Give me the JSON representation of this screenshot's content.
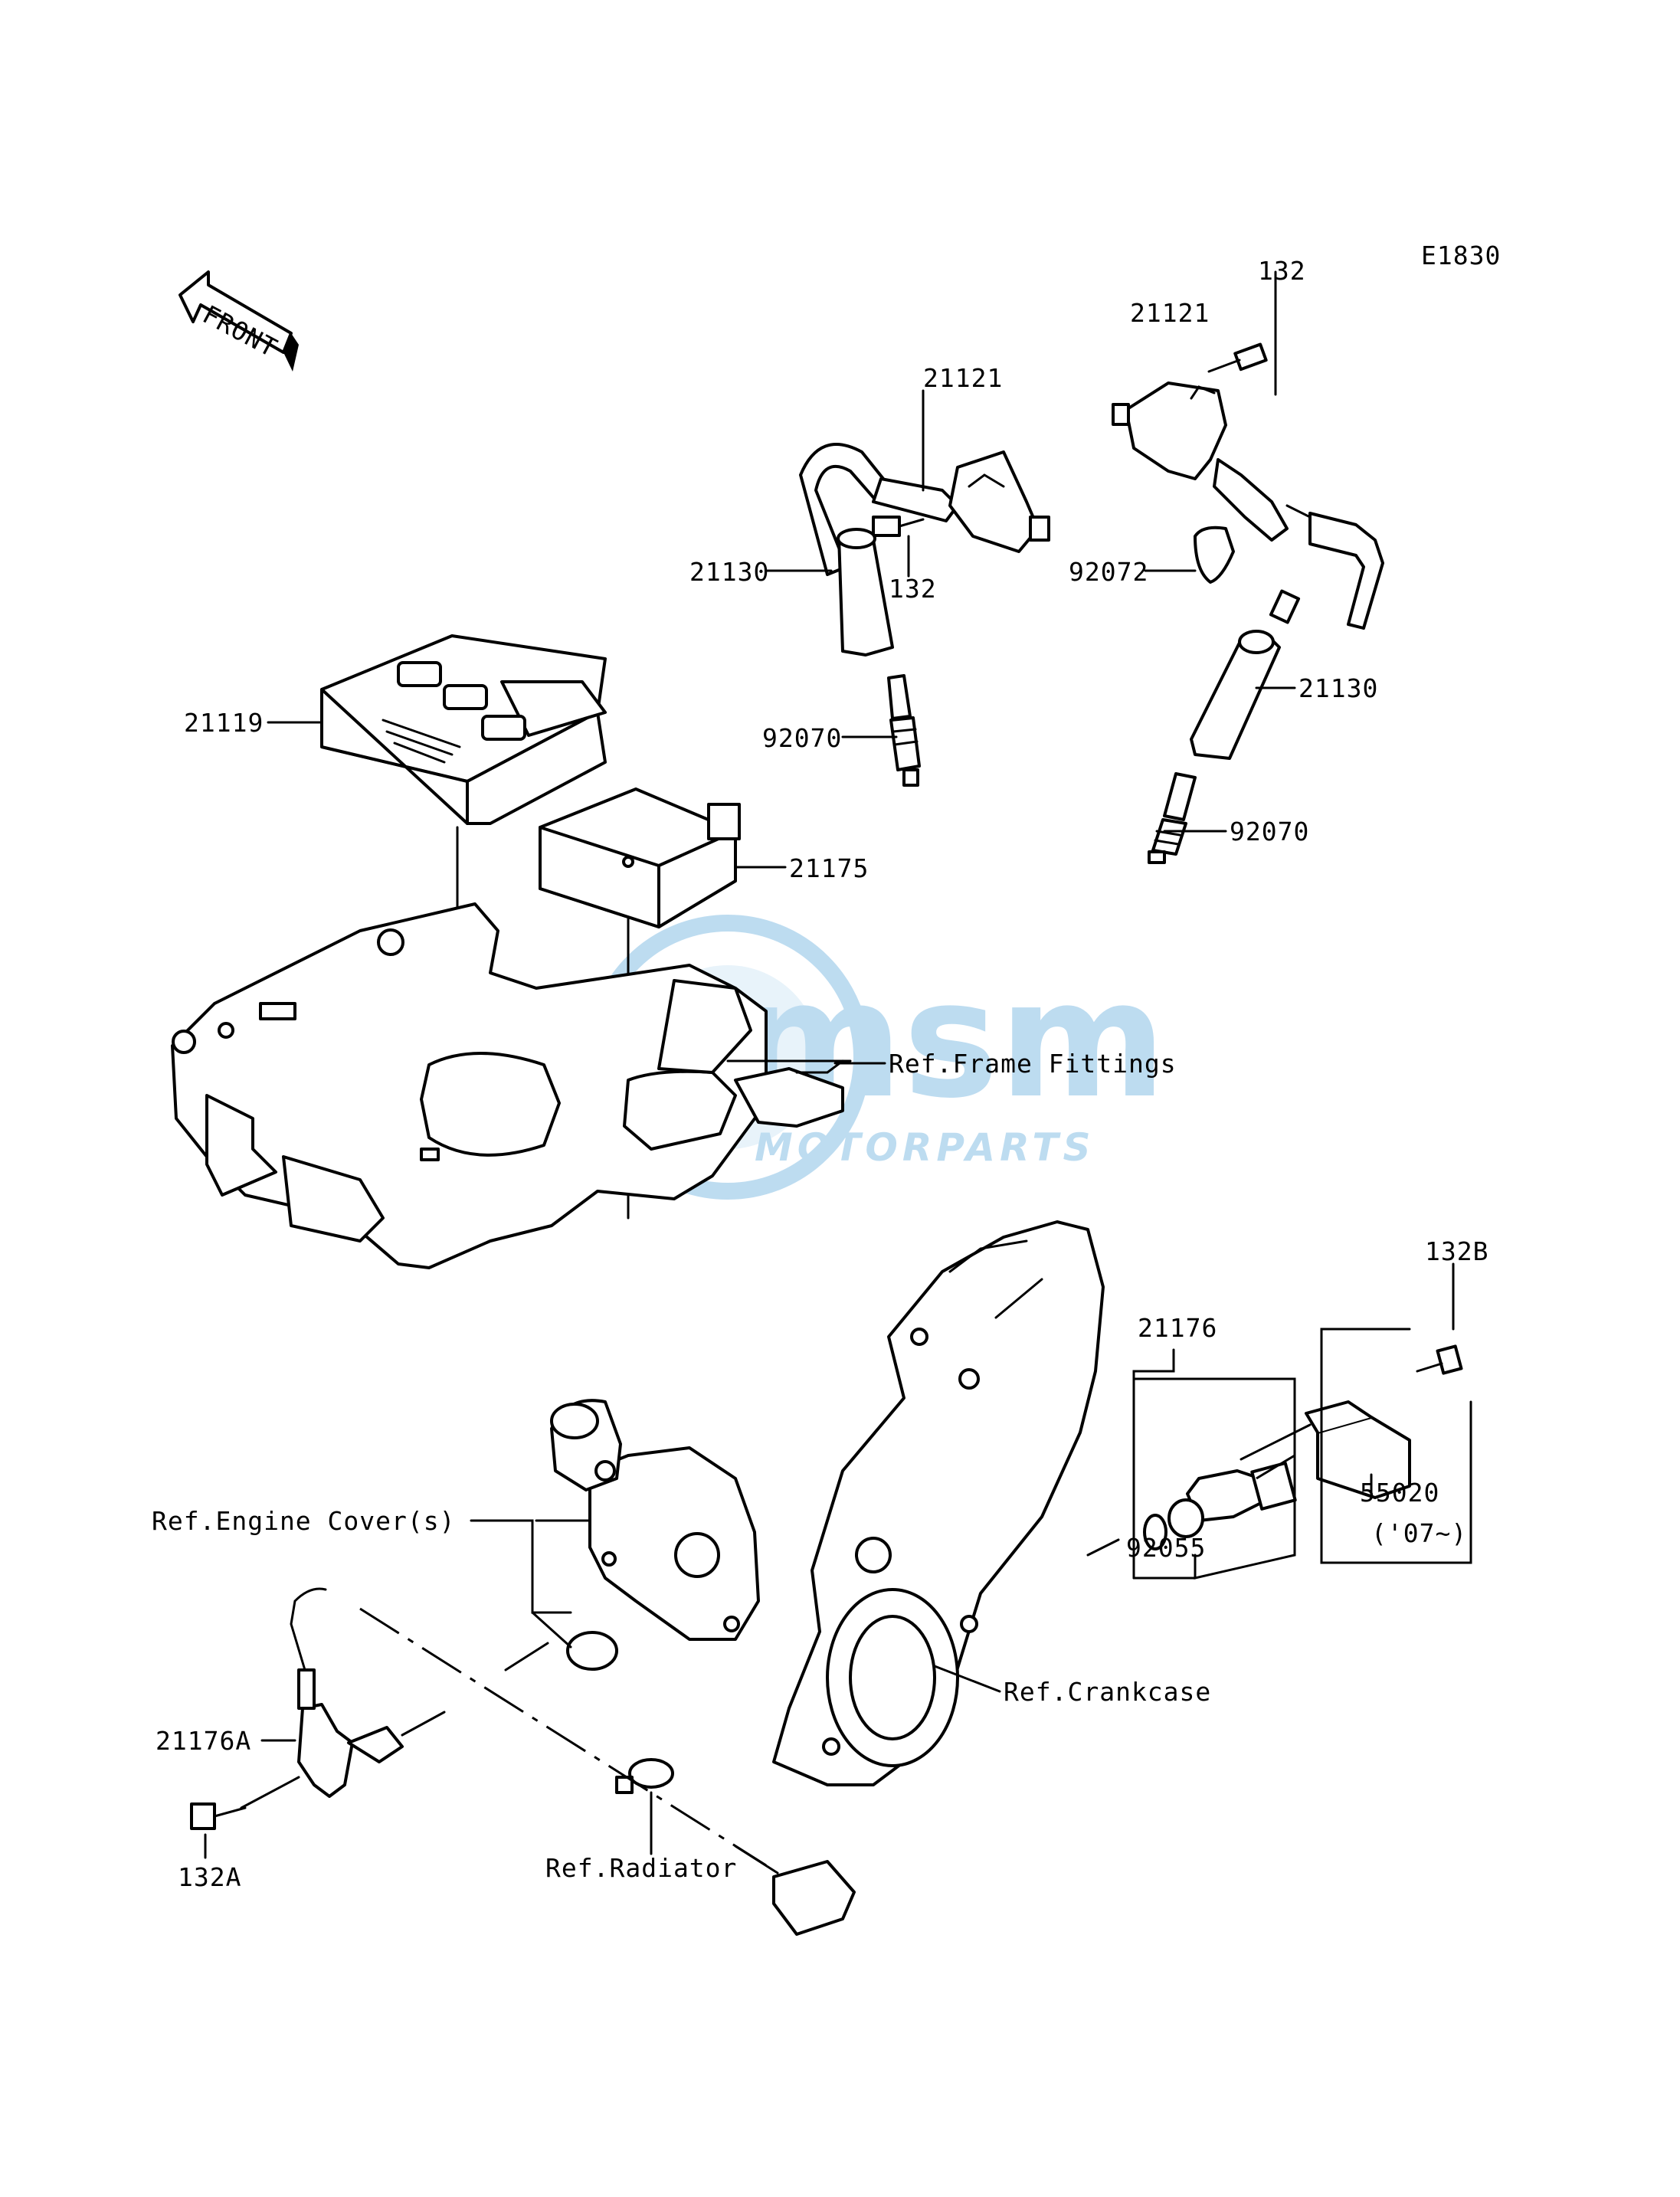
{
  "diagram": {
    "code": "E1830",
    "front_arrow": "FRONT",
    "watermark": {
      "brand": "msm",
      "tagline": "MOTORPARTS",
      "color": "#6fb2e0"
    },
    "callouts": [
      {
        "id": "p132-top",
        "text": "132"
      },
      {
        "id": "p21121-right",
        "text": "21121"
      },
      {
        "id": "p21121-left",
        "text": "21121"
      },
      {
        "id": "p132-left",
        "text": "132"
      },
      {
        "id": "p21130-left",
        "text": "21130"
      },
      {
        "id": "p92072",
        "text": "92072"
      },
      {
        "id": "p21130-right",
        "text": "21130"
      },
      {
        "id": "p21119",
        "text": "21119"
      },
      {
        "id": "p92070-left",
        "text": "92070"
      },
      {
        "id": "p92070-right",
        "text": "92070"
      },
      {
        "id": "p21175",
        "text": "21175"
      },
      {
        "id": "ref-frame",
        "text": "Ref.Frame Fittings"
      },
      {
        "id": "p132B",
        "text": "132B"
      },
      {
        "id": "p21176",
        "text": "21176"
      },
      {
        "id": "ref-engine-cover",
        "text": "Ref.Engine Cover(s)"
      },
      {
        "id": "p55020",
        "text": "55020"
      },
      {
        "id": "year-note",
        "text": "('07~)"
      },
      {
        "id": "p92055",
        "text": "92055"
      },
      {
        "id": "ref-crankcase",
        "text": "Ref.Crankcase"
      },
      {
        "id": "p21176A",
        "text": "21176A"
      },
      {
        "id": "p132A",
        "text": "132A"
      },
      {
        "id": "ref-radiator",
        "text": "Ref.Radiator"
      }
    ]
  }
}
